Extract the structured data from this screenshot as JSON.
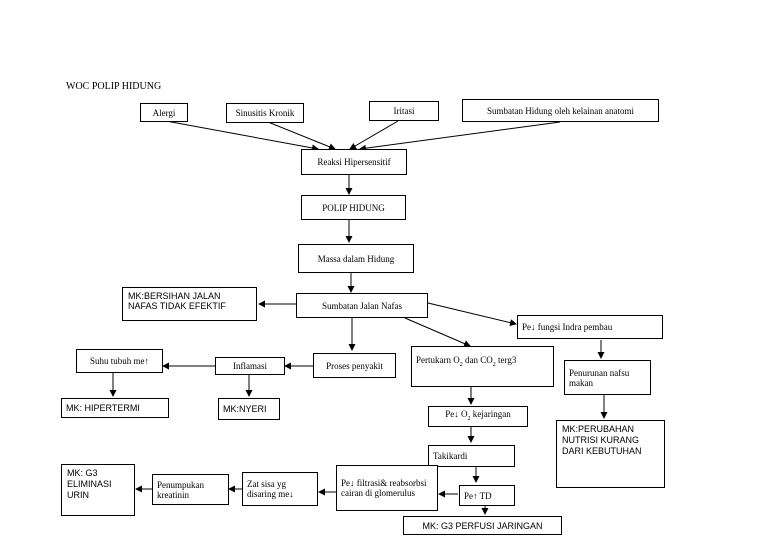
{
  "title": "WOC POLIP HIDUNG",
  "nodes": {
    "alergi": "Alergi",
    "sinusitis": "Sinusitis Kronik",
    "iritasi": "Iritasi",
    "sumbatan_anatomi": "Sumbatan Hidung oleh kelainan anatomi",
    "reaksi": "Reaksi Hipersensitif",
    "polip": "POLIP HIDUNG",
    "massa": "Massa dalam Hidung",
    "sumbatan_jalan": "Sumbatan Jalan Nafas",
    "mk_bersihan_1": "MK:BERSIHAN JALAN",
    "mk_bersihan_2": "NAFAS TIDAK EFEKTIF",
    "fungsi_indra": "Pe↓ fungsi Indra pembau",
    "proses": "Proses penyakit",
    "pertukaran_a": "Pertukarn O",
    "pertukaran_b": "dan CO",
    "pertukaran_c": "terg3",
    "sub2": "2",
    "inflamasi": "Inflamasi",
    "suhu": "Suhu tubuh me↑",
    "penurunan_nafsu": "Penurunan nafsu makan",
    "mk_hipertermi": "MK: HIPERTERMI",
    "mk_nyeri": "MK:NYERI",
    "o2_a": "Pe↓ O",
    "o2_b": "kejaringan",
    "mk_nutrisi": "MK:PERUBAHAN NUTRISI KURANG DARI KEBUTUHAN",
    "takikardi": "Takikardi",
    "filtrasi": "Pe↓ filtrasi& reabsorbsi cairan di glomerulus",
    "zat_sisa": "Zat sisa yg disaring me↓",
    "penumpukan": "Penumpukan kreatinin",
    "mk_eliminasi": "MK: G3 ELIMINASI URIN",
    "td": "Pe↑ TD",
    "mk_perfusi": "MK: G3 PERFUSI JARINGAN"
  }
}
